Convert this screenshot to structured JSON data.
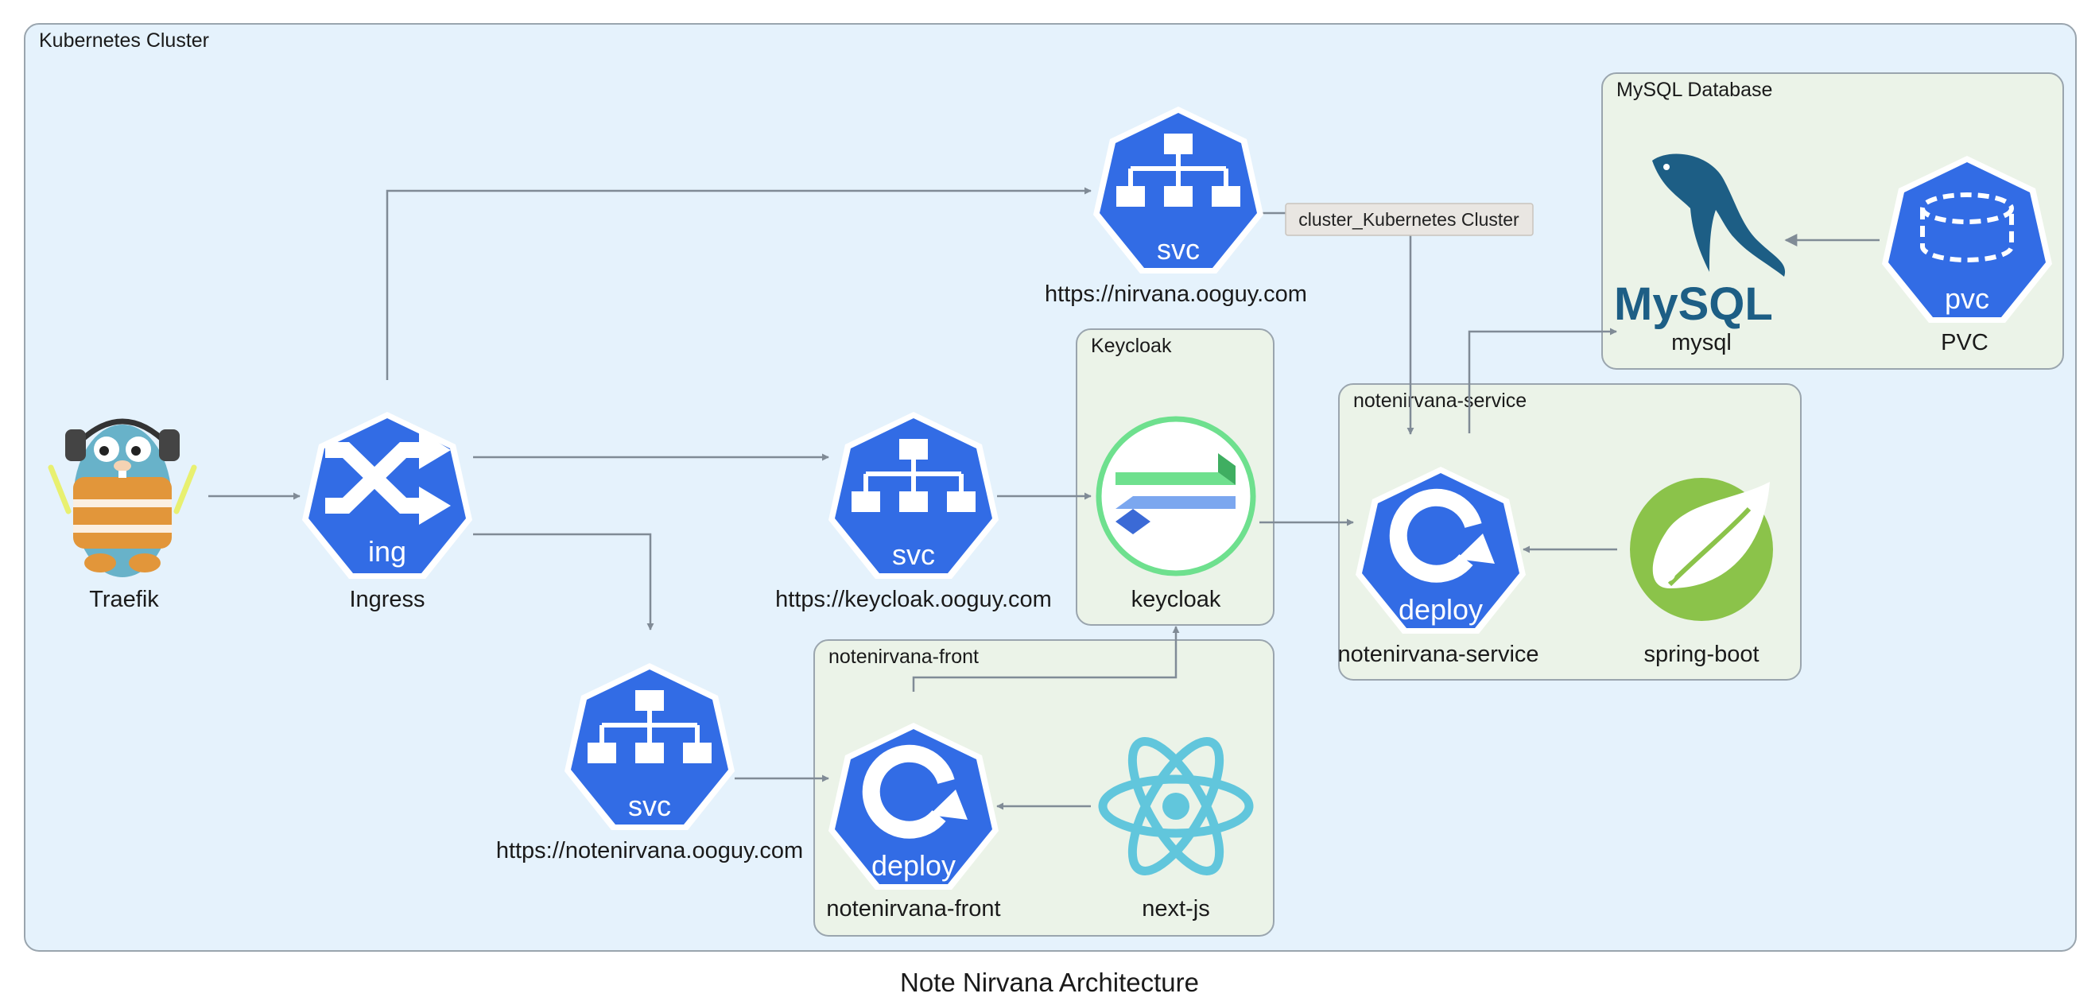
{
  "title": "Note Nirvana Architecture",
  "tooltip": "cluster_Kubernetes Cluster",
  "clusters": {
    "kubernetes": "Kubernetes Cluster",
    "mysql_db": "MySQL Database",
    "keycloak": "Keycloak",
    "service": "notenirvana-service",
    "front": "notenirvana-front"
  },
  "nodes": {
    "traefik": "Traefik",
    "ingress": "Ingress",
    "svc_nirvana": "https://nirvana.ooguy.com",
    "svc_keycloak": "https://keycloak.ooguy.com",
    "svc_notenirvana": "https://notenirvana.ooguy.com",
    "keycloak": "keycloak",
    "deploy_service": "notenirvana-service",
    "spring_boot": "spring-boot",
    "mysql": "mysql",
    "pvc": "PVC",
    "deploy_front": "notenirvana-front",
    "nextjs": "next-js"
  },
  "icon_captions": {
    "ing": "ing",
    "svc": "svc",
    "deploy": "deploy",
    "pvc": "pvc"
  },
  "logos": {
    "mysql_wordmark": "MySQL"
  },
  "colors": {
    "k8s_blue": "#326ce5",
    "cluster_fill": "#e5f2fc",
    "group_fill": "#ebf3e8",
    "edge": "#808b96",
    "spring_green": "#8bc34a",
    "react_blue": "#61c6dc",
    "keycloak_green": "#6ee08e",
    "mysql_blue": "#1d5e85",
    "mysql_orange": "#e48e00"
  }
}
